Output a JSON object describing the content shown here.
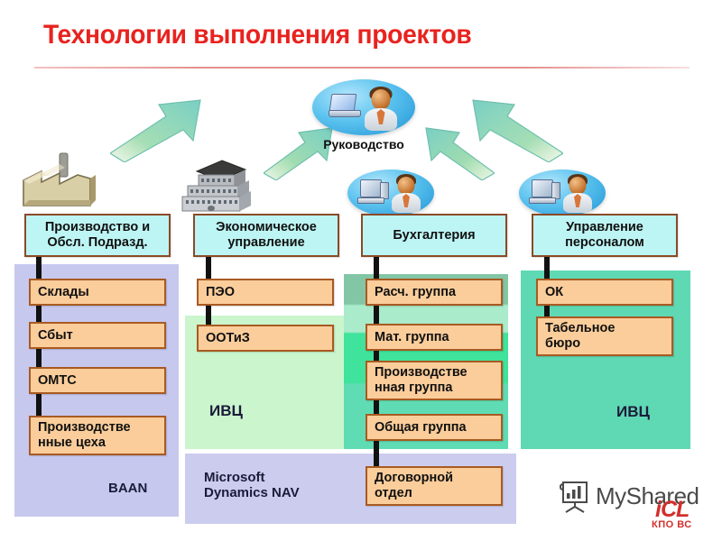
{
  "slide": {
    "title": "Технологии выполнения проектов"
  },
  "top_node": {
    "label": "Руководство",
    "icons": [
      "laptop-icon",
      "person-icon"
    ]
  },
  "arrows": [
    {
      "name": "arrow-up-right-outer",
      "direction": "up-right"
    },
    {
      "name": "arrow-up-right-inner",
      "direction": "up-right"
    },
    {
      "name": "arrow-up-left-inner",
      "direction": "up-left"
    },
    {
      "name": "arrow-up-left-outer",
      "direction": "up-left"
    }
  ],
  "columns": [
    {
      "id": "production",
      "icon": "factory-icon",
      "header": "Производство и\nОбсл. Подразд.",
      "items": [
        "Склады",
        "Сбыт",
        "ОМТС",
        "Производстве\nнные цеха"
      ],
      "panel_label": "BAAN"
    },
    {
      "id": "economics",
      "icon": "office-building-icon",
      "header": "Экономическое\nуправление",
      "items": [
        "ПЭО",
        "ООТиЗ"
      ],
      "panel_label": "ИВЦ"
    },
    {
      "id": "accounting",
      "icon": "computer-person-icon",
      "header": "Бухгалтерия",
      "items": [
        "Расч. группа",
        "Мат. группа",
        "Производстве\nнная группа",
        "Общая группа",
        "Договорной\nотдел"
      ],
      "panel_label": ""
    },
    {
      "id": "hr",
      "icon": "computer-person-icon",
      "header": "Управление\nперсоналом",
      "items": [
        "ОК",
        "Табельное\nбюро"
      ],
      "panel_label": "ИВЦ"
    }
  ],
  "panels": [
    {
      "name": "baan-panel",
      "label": "BAAN",
      "color": "#c7c8ee"
    },
    {
      "name": "ivc-panel-economics",
      "label": "ИВЦ",
      "color": "#caf5cd"
    },
    {
      "name": "dynamics-panel",
      "label": "Microsoft\nDynamics NAV",
      "color": "#ccccee"
    },
    {
      "name": "ivc-panel-hr",
      "label": "ИВЦ",
      "color": "#5fd8b4"
    }
  ],
  "watermark": {
    "text": "MyShared",
    "logo_main": "iCL",
    "logo_sub": "КПО ВС"
  },
  "colors": {
    "title": "#e8231f",
    "header_box": "#bdf5f4",
    "header_border": "#8a4a26",
    "item_box": "#fbcd9b",
    "item_border": "#a85a22",
    "baan_panel": "#c7c8ee",
    "ivc_green": "#caf5cd",
    "ivc_teal": "#5fd8b4",
    "dynamics_panel": "#ccccee",
    "arrow": "#7fd3b5"
  }
}
